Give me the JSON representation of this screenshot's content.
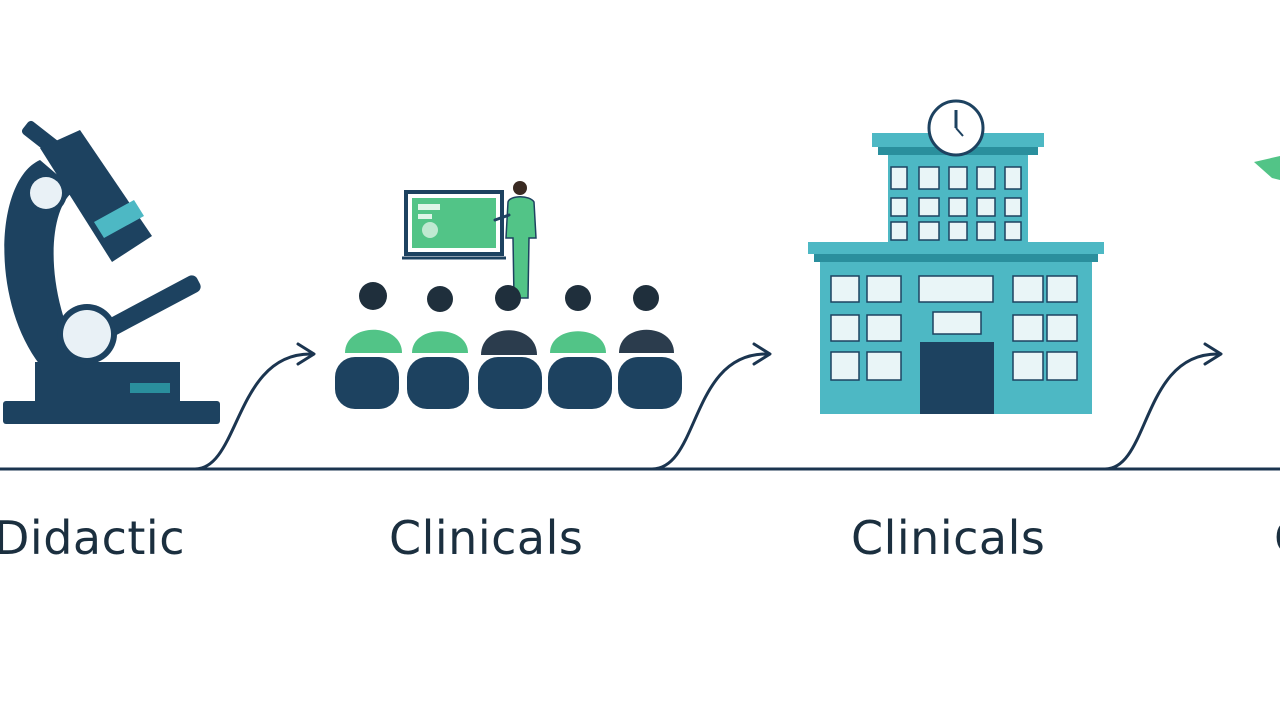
{
  "timeline": {
    "stages": [
      {
        "label": "Didactic",
        "icon": "microscope-icon"
      },
      {
        "label": "Clinicals",
        "icon": "classroom-icon"
      },
      {
        "label": "Clinicals",
        "icon": "hospital-icon"
      },
      {
        "label": "C",
        "icon": "graduation-cap-icon"
      }
    ]
  },
  "colors": {
    "navy": "#1d4260",
    "dark_navy": "#16334c",
    "teal": "#4db8c4",
    "teal_dark": "#2a8f9d",
    "green": "#52c487",
    "text": "#1b2f3f",
    "line": "#1b3550"
  }
}
